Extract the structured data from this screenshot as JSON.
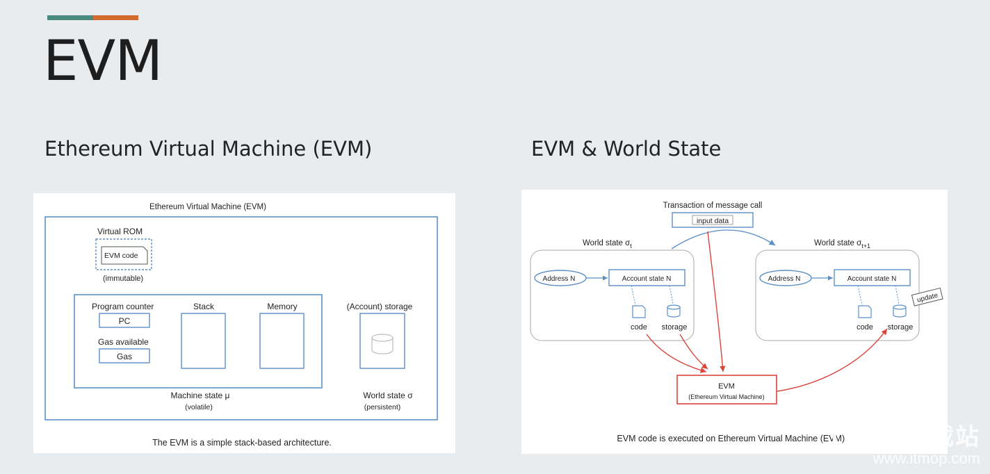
{
  "slide": {
    "title": "EVM",
    "left_heading": "Ethereum Virtual Machine (EVM)",
    "right_heading": "EVM & World State"
  },
  "left_diagram": {
    "outer_title": "Ethereum Virtual Machine (EVM)",
    "virtual_rom": "Virtual ROM",
    "evm_code": "EVM code",
    "immutable": "(immutable)",
    "program_counter": "Program counter",
    "pc": "PC",
    "gas_available": "Gas available",
    "gas": "Gas",
    "stack": "Stack",
    "memory": "Memory",
    "account_storage": "(Account) storage",
    "machine_state": "Machine state μ",
    "volatile": "(volatile)",
    "world_state": "World state σ",
    "persistent": "(persistent)",
    "caption": "The EVM is a simple stack-based architecture."
  },
  "right_diagram": {
    "transaction_label": "Transaction of message call",
    "input_data": "input data",
    "world_state_left": "World state σ",
    "world_state_left_sub": "t",
    "world_state_right": "World state σ",
    "world_state_right_sub": "t+1",
    "address_left": "Address N",
    "account_left": "Account state N",
    "code_left": "code",
    "storage_left": "storage",
    "address_right": "Address N",
    "account_right": "Account state N",
    "code_right": "code",
    "storage_right": "storage",
    "update": "update",
    "evm": "EVM",
    "evm_full": "(Ethereum Virtual Machine)",
    "caption": "EVM code is executed on Ethereum Virtual Machine (EVM)."
  },
  "watermark": {
    "top": "IT之家下载站",
    "url": "www.itmop.com"
  },
  "colors": {
    "accent_green": "#4b8a7f",
    "accent_orange": "#d2692f",
    "diagram_blue": "#5b8fc9",
    "diagram_red": "#d9453b"
  }
}
